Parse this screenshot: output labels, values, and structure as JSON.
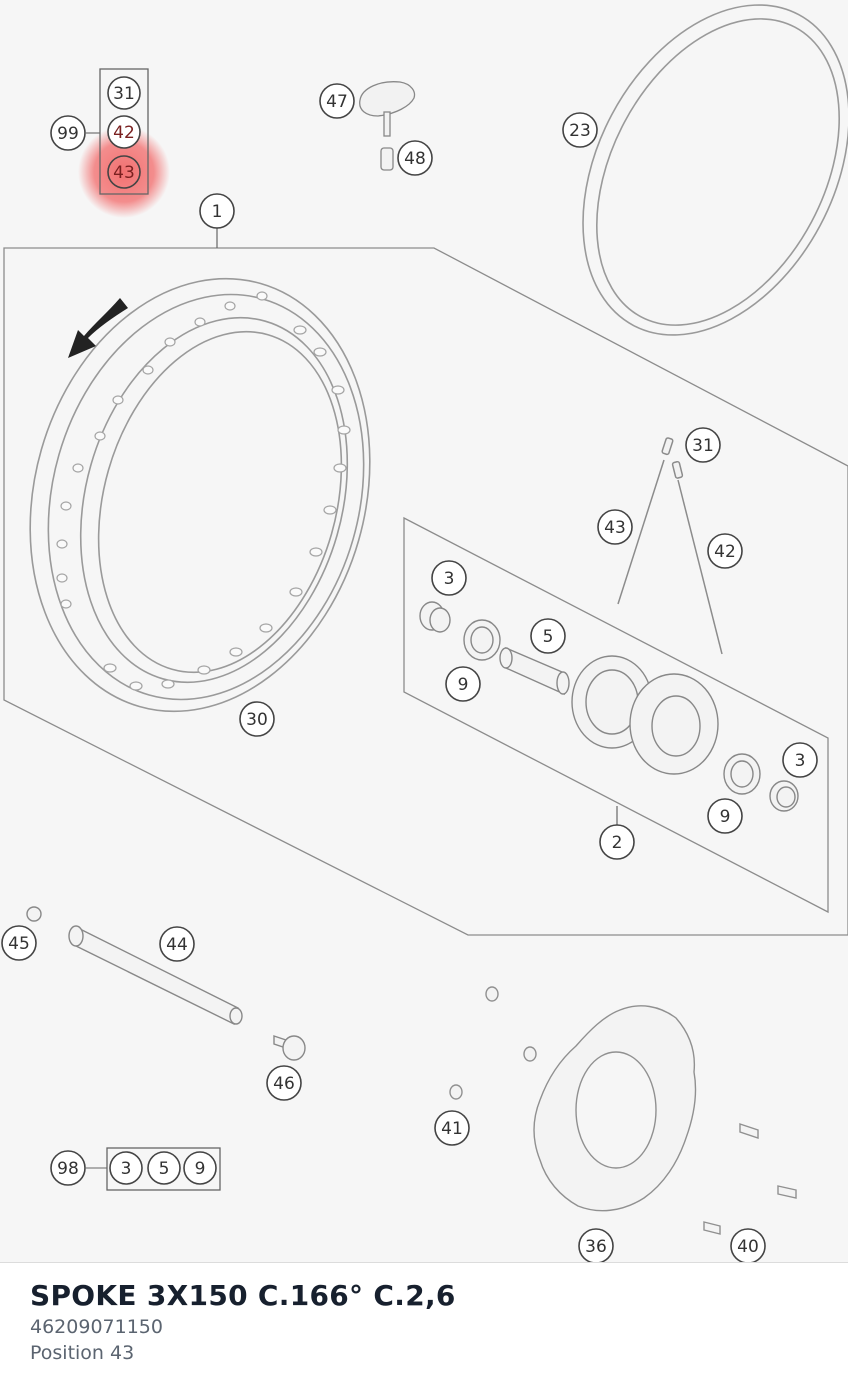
{
  "diagram": {
    "labels": {
      "l1": "1",
      "l2": "2",
      "l3a": "3",
      "l3b": "3",
      "l5": "5",
      "l9a": "9",
      "l9b": "9",
      "l23": "23",
      "l30": "30",
      "l31a": "31",
      "l31b": "31",
      "l36": "36",
      "l40": "40",
      "l41": "41",
      "l42a": "42",
      "l42b": "42",
      "l43a": "43",
      "l43b": "43",
      "l44": "44",
      "l45": "45",
      "l46": "46",
      "l47": "47",
      "l48": "48",
      "l98": "98",
      "l99": "99",
      "k3": "3",
      "k5": "5",
      "k9": "9"
    },
    "highlight": {
      "label": "43",
      "color": "#f26a6a"
    },
    "line_color": "#9a9a9a",
    "callout_color": "#444444"
  },
  "part": {
    "title": "SPOKE 3X150 C.166° C.2,6",
    "number": "46209071150",
    "position": "Position 43"
  }
}
